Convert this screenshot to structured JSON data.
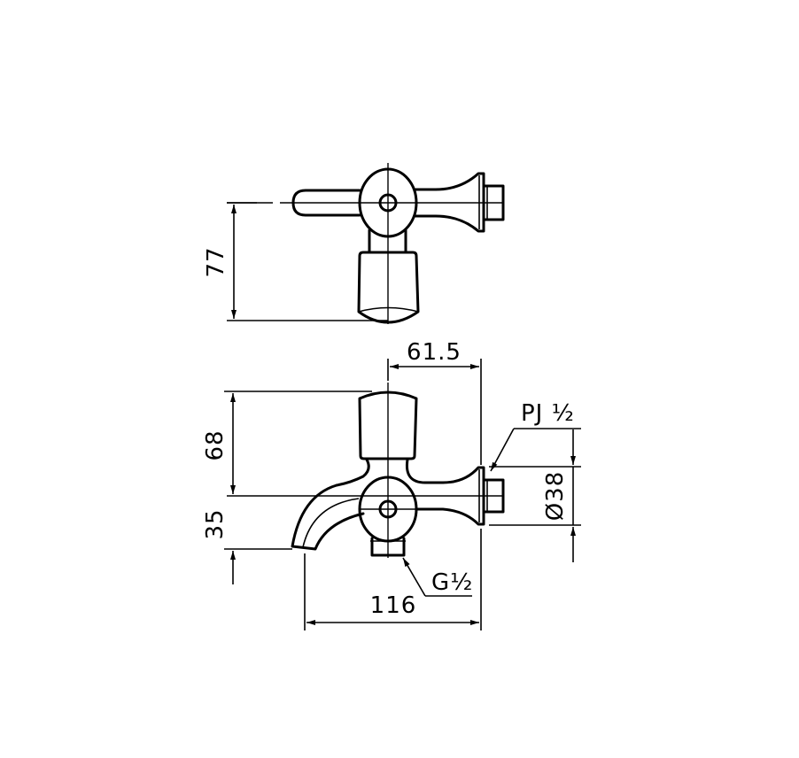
{
  "drawing": {
    "type": "technical-drawing",
    "subject": "wall faucet with hose connection",
    "line_color": "#000000",
    "background": "#ffffff",
    "views": [
      {
        "name": "top-view",
        "description": "plan view of faucet"
      },
      {
        "name": "front-view",
        "description": "elevation view of faucet"
      }
    ]
  },
  "dimensions": {
    "top_view_height": {
      "label": "77",
      "orientation": "vertical"
    },
    "handle_offset": {
      "label": "61.5",
      "orientation": "horizontal"
    },
    "handle_height": {
      "label": "68",
      "orientation": "vertical"
    },
    "spout_drop": {
      "label": "35",
      "orientation": "vertical"
    },
    "overall_length": {
      "label": "116",
      "orientation": "horizontal"
    },
    "flange_diameter": {
      "label": "Ø38",
      "orientation": "vertical"
    }
  },
  "callouts": {
    "inlet_thread": {
      "label": "PJ ½"
    },
    "outlet_thread": {
      "label": "G½"
    }
  }
}
